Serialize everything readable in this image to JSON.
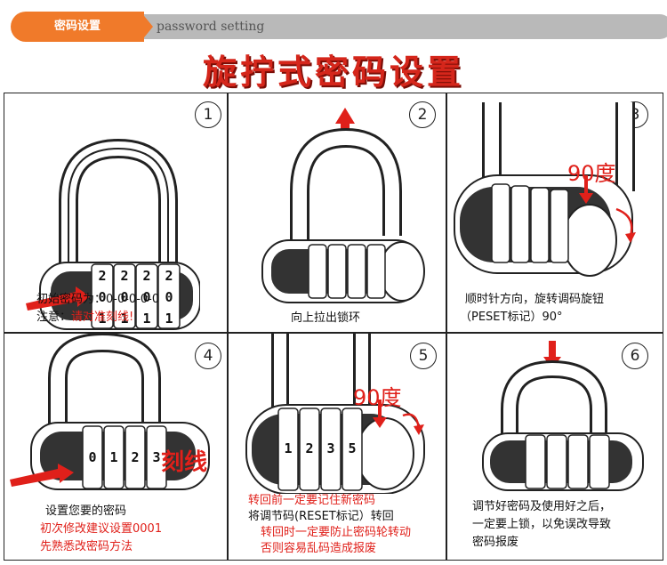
{
  "header": {
    "tab_label": "密码设置",
    "tab_subtitle": "password setting",
    "title": "旋拧式密码设置"
  },
  "steps": [
    {
      "number": "1",
      "lines": [
        "初始密码为：0-0-0-0-0"
      ],
      "note_prefix": "注意：",
      "note_red": "请对准刻线!",
      "digits_top": "2222",
      "digits_mid": "0000",
      "digits_bot": "1111"
    },
    {
      "number": "2",
      "lines": [
        "向上拉出锁环"
      ]
    },
    {
      "number": "3",
      "lines": [
        "顺时针方向，旋转调码旋钮",
        "（PESET标记）90°"
      ],
      "angle_label": "90度"
    },
    {
      "number": "4",
      "lines": [
        "设置您要的密码"
      ],
      "red_lines": [
        "初次修改建议设置0001",
        "先熟悉改密码方法"
      ],
      "marker_label": "刻线",
      "digits_mid": "0123"
    },
    {
      "number": "5",
      "red_top": "转回前一定要记住新密码",
      "black_mid": "将调节码(RESET标记）转回",
      "red_bottom": [
        "转回时一定要防止密码轮转动",
        "否则容易乱码造成报废"
      ],
      "angle_label": "90度",
      "digits_mid": "1235"
    },
    {
      "number": "6",
      "lines": [
        "调节好密码及使用好之后，",
        "一定要上锁，以免误改导致",
        "密码报废"
      ]
    }
  ],
  "colors": {
    "accent": "#f07a2a",
    "title_red": "#d5261b",
    "arrow_red": "#e0201a"
  }
}
